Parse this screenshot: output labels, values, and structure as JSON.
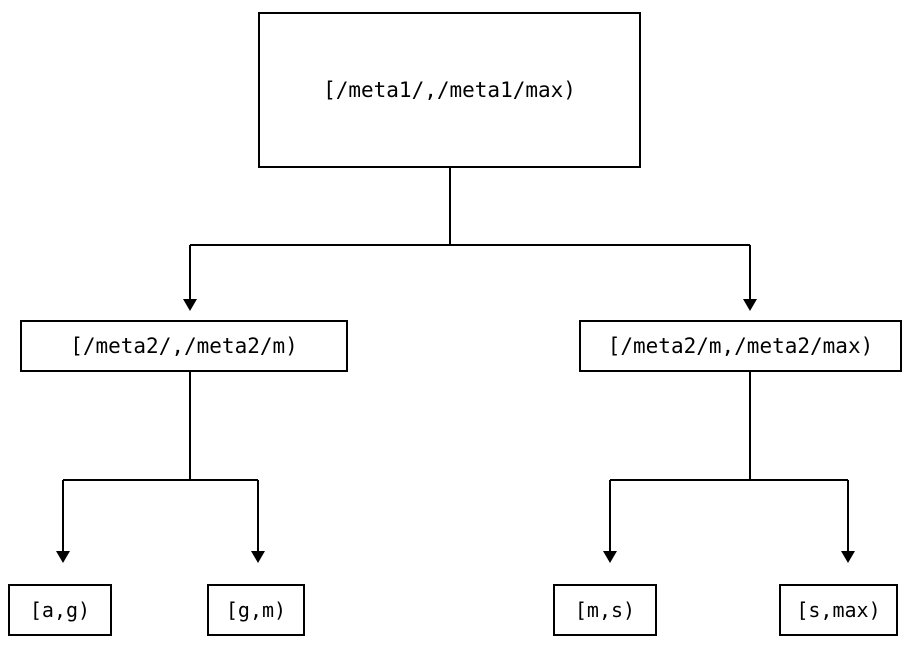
{
  "diagram": {
    "type": "tree",
    "orientation": "top-down",
    "background_color": "#ffffff",
    "line_color": "#000000",
    "text_color": "#000000",
    "border_color": "#000000",
    "nodes": {
      "root": {
        "label": "[/meta1/,/meta1/max)"
      },
      "middle_left": {
        "label": "[/meta2/,/meta2/m)"
      },
      "middle_right": {
        "label": "[/meta2/m,/meta2/max)"
      },
      "leaf_1": {
        "label": "[a,g)"
      },
      "leaf_2": {
        "label": "[g,m)"
      },
      "leaf_3": {
        "label": "[m,s)"
      },
      "leaf_4": {
        "label": "[s,max)"
      }
    },
    "edges": [
      {
        "from": "root",
        "to": "middle_left",
        "arrowhead": "filled-triangle-down"
      },
      {
        "from": "root",
        "to": "middle_right",
        "arrowhead": "filled-triangle-down"
      },
      {
        "from": "middle_left",
        "to": "leaf_1",
        "arrowhead": "filled-triangle-down"
      },
      {
        "from": "middle_left",
        "to": "leaf_2",
        "arrowhead": "filled-triangle-down"
      },
      {
        "from": "middle_right",
        "to": "leaf_3",
        "arrowhead": "filled-triangle-down"
      },
      {
        "from": "middle_right",
        "to": "leaf_4",
        "arrowhead": "filled-triangle-down"
      }
    ]
  }
}
